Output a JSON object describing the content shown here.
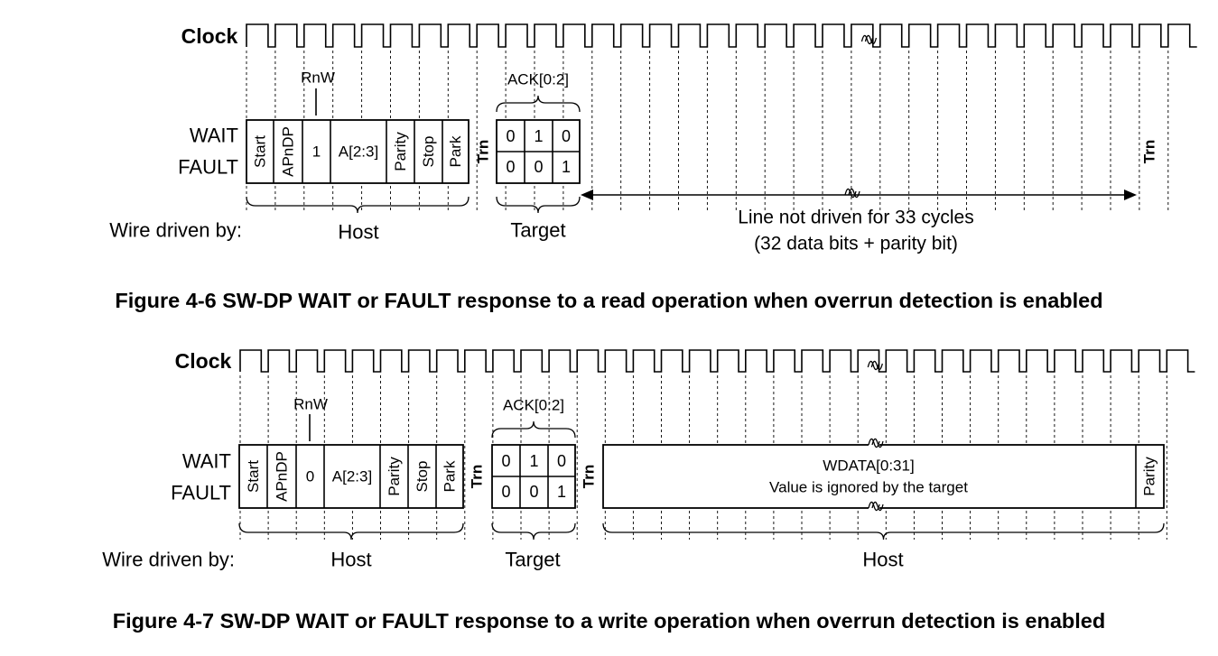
{
  "figures": [
    {
      "caption": "Figure 4-6 SW-DP WAIT or FAULT response to a read operation when overrun detection is enabled",
      "clock_label": "Clock",
      "rnw_label": "RnW",
      "ack_label": "ACK[0:2]",
      "response_labels": [
        "WAIT",
        "FAULT"
      ],
      "header_fields": [
        "Start",
        "APnDP",
        "1",
        "A[2:3]",
        "Parity",
        "Stop",
        "Park"
      ],
      "turnaround_label": "Trn",
      "ack_rows": [
        [
          "0",
          "1",
          "0"
        ],
        [
          "0",
          "0",
          "1"
        ]
      ],
      "end_turnaround_label": "Trn",
      "wire_driven_label": "Wire driven by:",
      "drivers": [
        "Host",
        "Target"
      ],
      "note_lines": [
        "Line not driven for 33 cycles",
        "(32 data bits + parity bit)"
      ]
    },
    {
      "caption": "Figure 4-7 SW-DP WAIT or FAULT response to a write operation when overrun detection is enabled",
      "clock_label": "Clock",
      "rnw_label": "RnW",
      "ack_label": "ACK[0:2]",
      "response_labels": [
        "WAIT",
        "FAULT"
      ],
      "header_fields": [
        "Start",
        "APnDP",
        "0",
        "A[2:3]",
        "Parity",
        "Stop",
        "Park"
      ],
      "turnaround_label": "Trn",
      "ack_rows": [
        [
          "0",
          "1",
          "0"
        ],
        [
          "0",
          "0",
          "1"
        ]
      ],
      "second_turnaround_label": "Trn",
      "data_lines": [
        "WDATA[0:31]",
        "Value is ignored by the target"
      ],
      "data_parity_label": "Parity",
      "wire_driven_label": "Wire driven by:",
      "drivers": [
        "Host",
        "Target",
        "Host"
      ]
    }
  ]
}
